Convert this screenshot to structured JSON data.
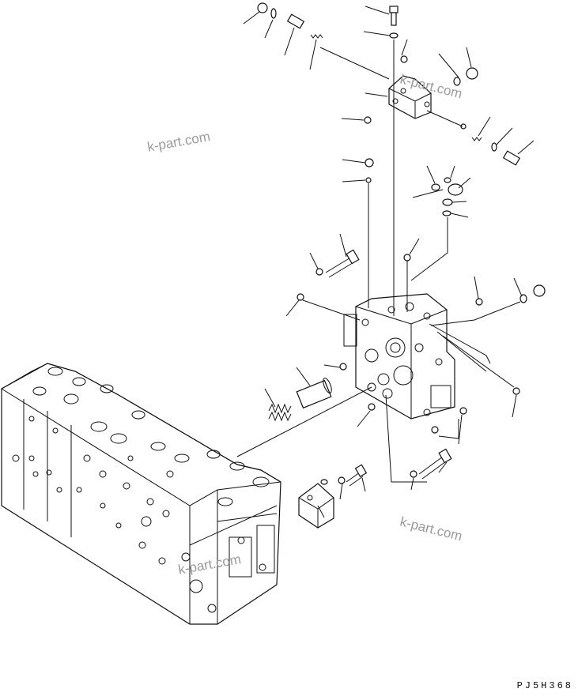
{
  "diagram": {
    "drawing_code": "PJ5H368",
    "watermarks": [
      "k-part.com",
      "k-part.com",
      "k-part.com",
      "k-part.com"
    ]
  }
}
